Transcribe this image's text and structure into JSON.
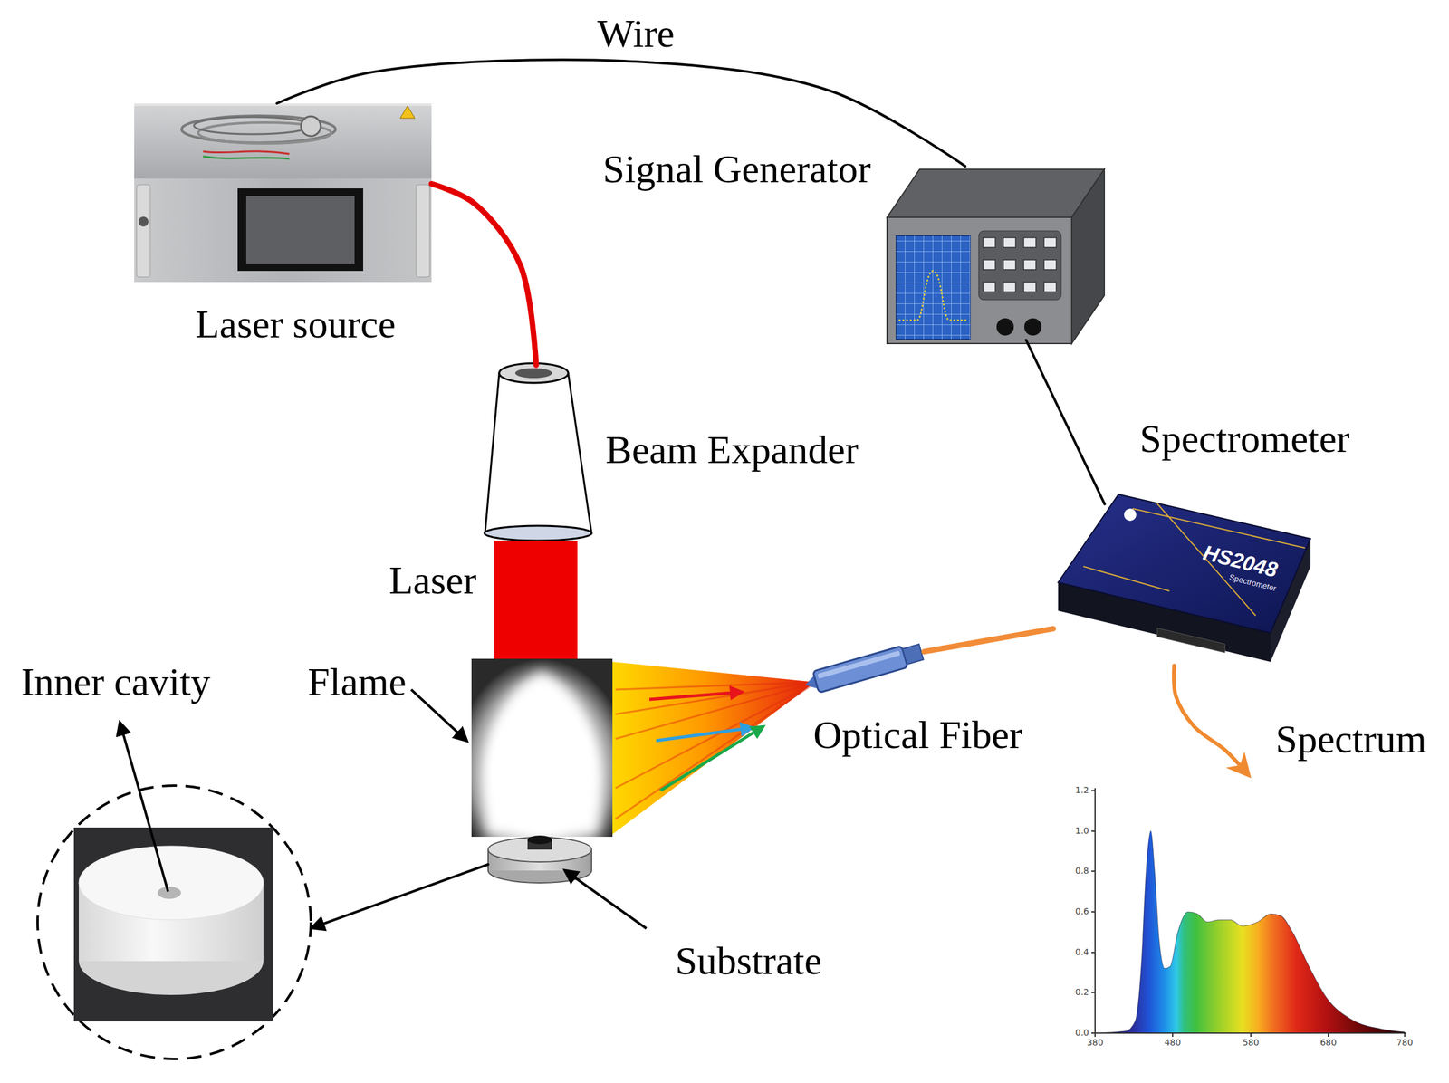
{
  "diagram": {
    "nodes": [
      {
        "text": [
          "Laser source"
        ]
      },
      {
        "text": [
          "Signal Generator"
        ]
      },
      {
        "text": [
          "Beam Expander"
        ]
      },
      {
        "text": [
          "Spectrometer"
        ]
      },
      {
        "text": [
          "Laser"
        ]
      },
      {
        "text": [
          "Inner cavity"
        ]
      },
      {
        "text": [
          "Flame"
        ]
      },
      {
        "text": [
          "Optical Fiber"
        ]
      },
      {
        "text": [
          "Spectrum"
        ]
      },
      {
        "text": [
          "Substrate"
        ]
      }
    ],
    "edges": [
      {
        "from": 0,
        "to": 1,
        "label": "Wire",
        "arrow": "none"
      },
      {
        "from": 0,
        "to": 2,
        "arrow": "none"
      },
      {
        "from": 1,
        "to": 3,
        "arrow": "none"
      },
      {
        "from": 7,
        "to": 3,
        "arrow": "none"
      },
      {
        "from": 3,
        "to": 8,
        "arrow": "to"
      },
      {
        "from": 9,
        "to": 5,
        "arrow": "to"
      }
    ],
    "labels": [
      "HS2048",
      "Spectrometer",
      "1.2",
      "1.0",
      "0.8",
      "0.6",
      "0.4",
      "0.2",
      "0.0",
      "380",
      "480",
      "580",
      "680",
      "780"
    ]
  }
}
